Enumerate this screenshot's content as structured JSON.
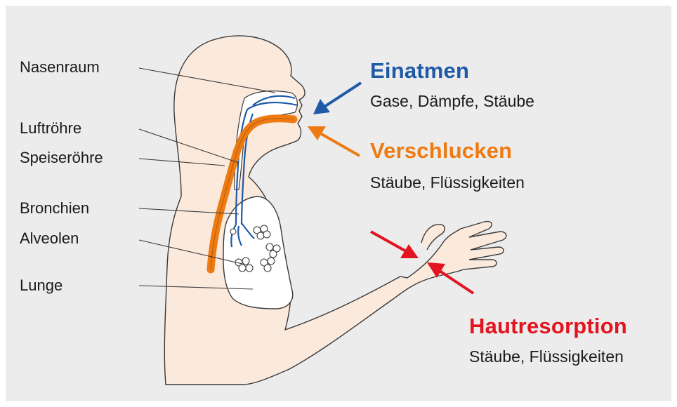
{
  "anatomy_labels": {
    "nasal_cavity": "Nasenraum",
    "trachea": "Luftröhre",
    "esophagus": "Speiseröhre",
    "bronchi": "Bronchien",
    "alveoli": "Alveolen",
    "lung": "Lunge"
  },
  "routes": {
    "inhalation": {
      "title": "Einatmen",
      "desc": "Gase, Dämpfe, Stäube"
    },
    "ingestion": {
      "title": "Verschlucken",
      "desc": "Stäube, Flüssigkeiten"
    },
    "skin_absorption": {
      "title": "Hautresorption",
      "desc": "Stäube, Flüssigkeiten"
    }
  },
  "colors": {
    "background": "#ececec",
    "skin": "#fbe9dc",
    "lung": "#ffffff",
    "airway_blue": "#1f5aa6",
    "ingestion_orange": "#ee7a12",
    "skin_red": "#e3141f",
    "outline": "#3a3a3a"
  }
}
